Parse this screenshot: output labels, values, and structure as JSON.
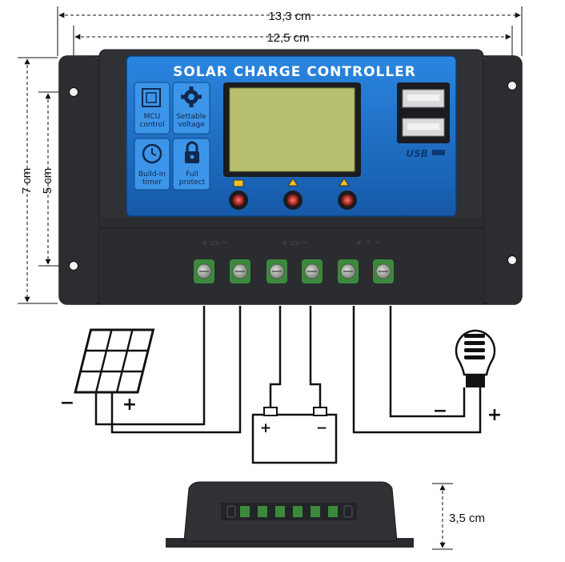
{
  "dimensions": {
    "total_width": "13,3 cm",
    "hole_width": "12,5 cm",
    "total_height": "7 cm",
    "hole_height": "5 cm",
    "depth": "3,5 cm"
  },
  "device": {
    "title": "SOLAR CHARGE CONTROLLER",
    "usb_label": "USB",
    "features": [
      {
        "icon": "chip-icon",
        "line1": "MCU",
        "line2": "control"
      },
      {
        "icon": "gear-icon",
        "line1": "Settable",
        "line2": "voltage"
      },
      {
        "icon": "clock-icon",
        "line1": "Build-in",
        "line2": "timer"
      },
      {
        "icon": "lock-icon",
        "line1": "Full",
        "line2": "protect"
      }
    ]
  },
  "wiring": {
    "panel_minus": "−",
    "panel_plus": "+",
    "battery_plus": "+",
    "battery_minus": "−",
    "load_minus": "−",
    "load_plus": "+"
  },
  "colors": {
    "body": "#2c2e31",
    "front_panel": "#1b6fc4",
    "lcd": "#b8bf6e",
    "terminal": "#3b8a3c"
  }
}
